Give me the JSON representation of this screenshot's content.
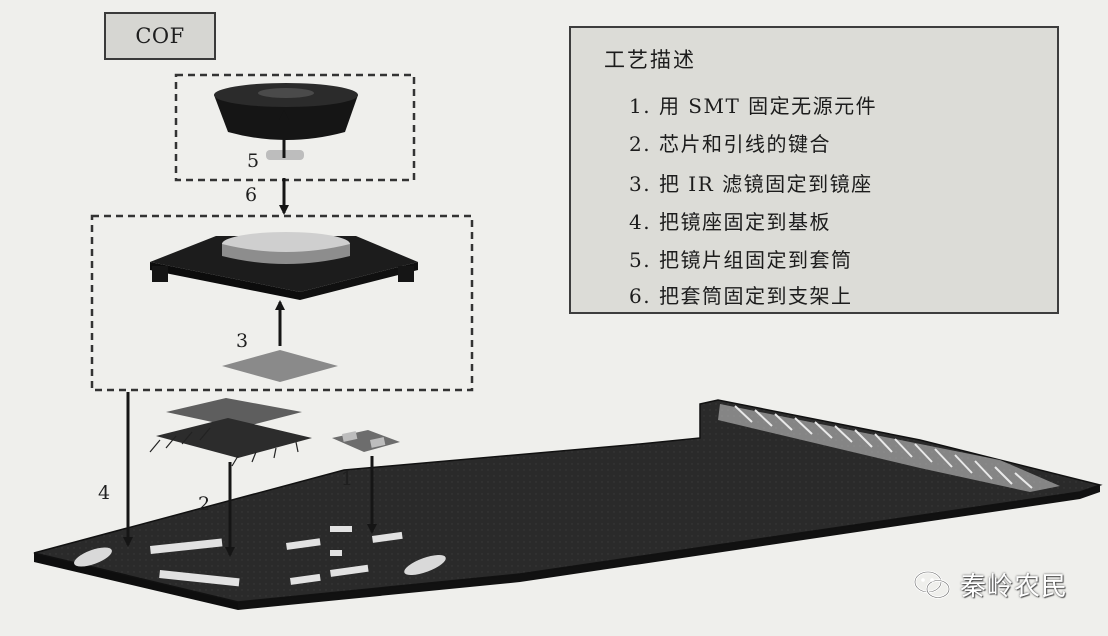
{
  "labels": {
    "cof": "COF"
  },
  "process": {
    "title": "工艺描述",
    "steps": [
      "1. 用 SMT 固定无源元件",
      "2. 芯片和引线的键合",
      "3. 把 IR 滤镜固定到镜座",
      "4. 把镜座固定到基板",
      "5. 把镜片组固定到套筒",
      "6. 把套筒固定到支架上"
    ]
  },
  "step_numbers": {
    "n1": "1",
    "n2": "2",
    "n3": "3",
    "n4": "4",
    "n5": "5",
    "n6": "6"
  },
  "watermark": {
    "text": "秦岭农民",
    "icon": "wechat-icon"
  },
  "colors": {
    "board": "#1f1f1f",
    "box_fill": "#dcdcd7",
    "dashed": "#333333",
    "arrow": "#151515"
  }
}
